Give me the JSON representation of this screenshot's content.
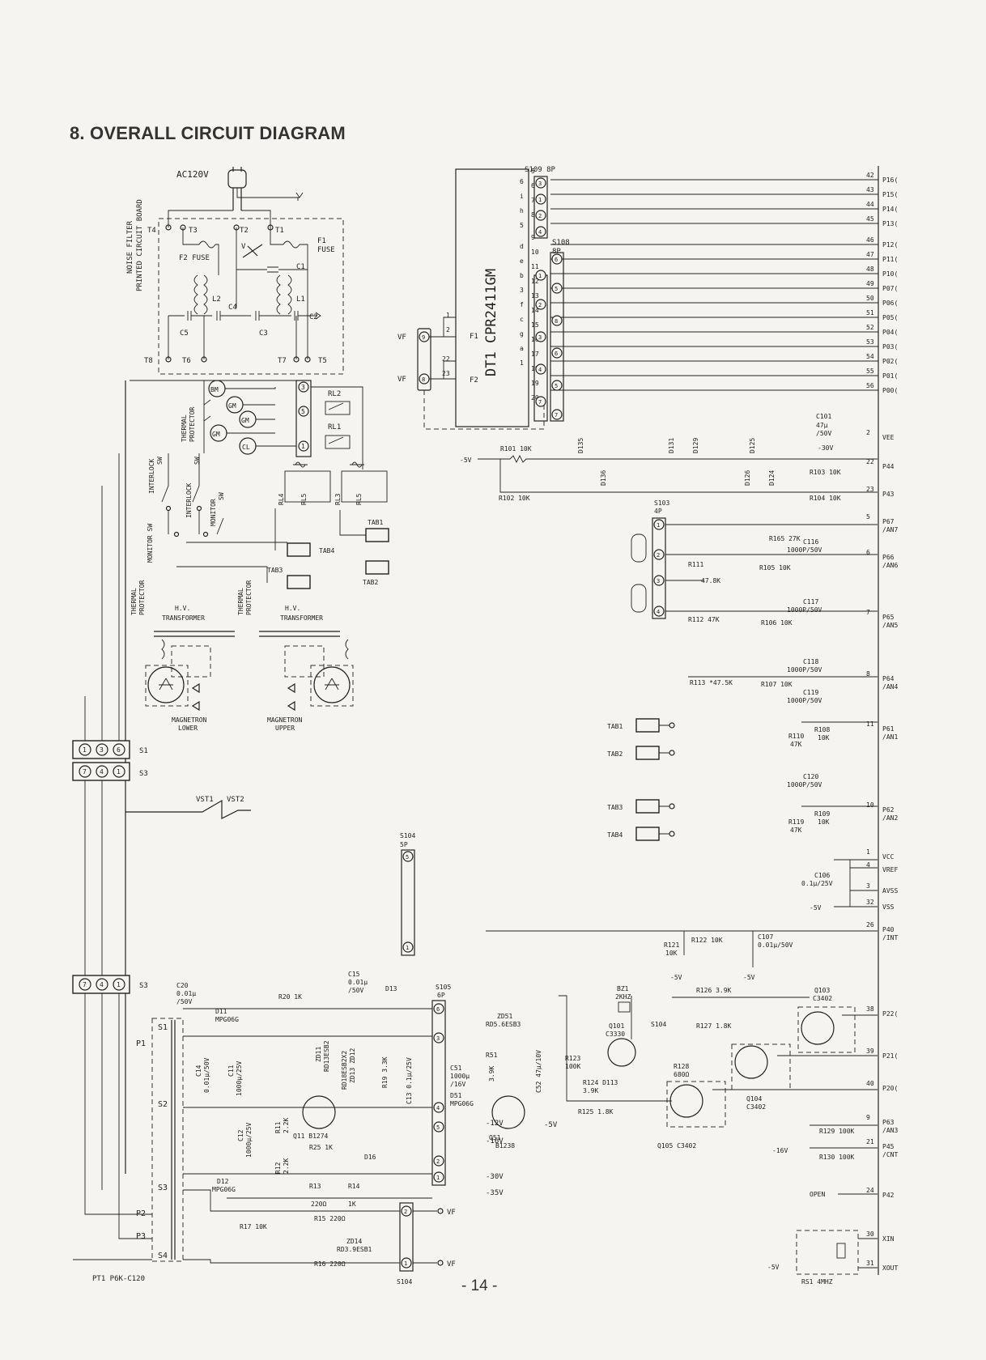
{
  "page": {
    "heading": "8. OVERALL CIRCUIT DIAGRAM",
    "page_number": "- 14 -"
  },
  "power": {
    "ac": "AC120V"
  },
  "noise_filter": {
    "board_label_1": "NOISE FILTER",
    "board_label_2": "PRINTED CIRCUIT BOARD",
    "terminals": [
      "T4",
      "T3",
      "T2",
      "T1",
      "T8",
      "T6",
      "T7",
      "T5"
    ],
    "f1": "F1",
    "f1b": "FUSE",
    "f2": "F2 FUSE",
    "parts": [
      "L2",
      "L1",
      "C1",
      "C2",
      "C3",
      "C4",
      "C5",
      "V"
    ]
  },
  "main_ic": {
    "name": "DT1  CPR2411GM",
    "conn_s109": "S109 8P",
    "conn_s108": "S108",
    "conn_s108b": "8P",
    "side_letters": [
      "6",
      "i",
      "h",
      "5",
      "d",
      "e",
      "b",
      "3",
      "f",
      "c",
      "g",
      "a",
      "1"
    ],
    "pin_nums": [
      "5",
      "6",
      "7",
      "8",
      "9",
      "10",
      "11",
      "12",
      "13",
      "14",
      "15",
      "16",
      "17",
      "18",
      "19",
      "20"
    ],
    "f1": "F1",
    "f2": "F2",
    "vf": "VF",
    "left_pins": [
      "1",
      "2",
      "22",
      "23"
    ],
    "s109_pins": [
      "3",
      "1",
      "2",
      "4"
    ],
    "s108_pins": [
      "6",
      "1",
      "5",
      "2",
      "8",
      "3",
      "6",
      "4",
      "5",
      "7",
      "7"
    ]
  },
  "mcu_pins": [
    {
      "num": "42",
      "name": "P16("
    },
    {
      "num": "43",
      "name": "P15("
    },
    {
      "num": "44",
      "name": "P14("
    },
    {
      "num": "45",
      "name": "P13("
    },
    {
      "num": "46",
      "name": "P12("
    },
    {
      "num": "47",
      "name": "P11("
    },
    {
      "num": "48",
      "name": "P10("
    },
    {
      "num": "49",
      "name": "P07("
    },
    {
      "num": "50",
      "name": "P06("
    },
    {
      "num": "51",
      "name": "P05("
    },
    {
      "num": "52",
      "name": "P04("
    },
    {
      "num": "53",
      "name": "P03("
    },
    {
      "num": "54",
      "name": "P02("
    },
    {
      "num": "55",
      "name": "P01("
    },
    {
      "num": "56",
      "name": "P00("
    },
    {
      "num": "2",
      "name": "VEE"
    },
    {
      "num": "22",
      "name": "P44"
    },
    {
      "num": "23",
      "name": "P43"
    },
    {
      "num": "5",
      "name": "P67 /AN7"
    },
    {
      "num": "6",
      "name": "P66 /AN6"
    },
    {
      "num": "7",
      "name": "P65 /AN5"
    },
    {
      "num": "8",
      "name": "P64 /AN4"
    },
    {
      "num": "11",
      "name": "P61 /AN1"
    },
    {
      "num": "10",
      "name": "P62 /AN2"
    },
    {
      "num": "1",
      "name": "VCC"
    },
    {
      "num": "4",
      "name": "VREF"
    },
    {
      "num": "3",
      "name": "AVSS"
    },
    {
      "num": "32",
      "name": "VSS"
    },
    {
      "num": "26",
      "name": "P40 /INT"
    },
    {
      "num": "38",
      "name": "P22("
    },
    {
      "num": "39",
      "name": "P21("
    },
    {
      "num": "40",
      "name": "P20("
    },
    {
      "num": "9",
      "name": "P63 /AN3"
    },
    {
      "num": "21",
      "name": "P45 /CNT"
    },
    {
      "num": "24",
      "name": "P42"
    },
    {
      "num": "30",
      "name": "XIN"
    },
    {
      "num": "31",
      "name": "XOUT"
    }
  ],
  "right_labels": {
    "c101": "C101",
    "c101v": "47μ",
    "c101b": "/50V",
    "neg30": "-30V",
    "r101": "R101 10K",
    "r102": "R102 10K",
    "r103": "R103 10K",
    "r104": "R104 10K",
    "neg5": "-5V",
    "d135": "D135",
    "d136": "D136",
    "d131": "D131",
    "d129": "D129",
    "d125": "D125",
    "d126": "D126",
    "d124": "D124",
    "s103": "S103",
    "s103b": "4P",
    "r105": "R105 10K",
    "r165": "R165 27K",
    "c116": "C116",
    "c116v": "1000P/50V",
    "r111": "R111",
    "r111v": "47.8K",
    "c117": "C117",
    "c117v": "1000P/50V",
    "r112": "R112 47K",
    "r106": "R106 10K",
    "c118": "C118",
    "c118v": "1000P/50V",
    "r113": "R113 *47.5K",
    "r107": "R107 10K",
    "c119": "C119",
    "c119v": "1000P/50V",
    "r108": "R108",
    "r108v": "10K",
    "r110": "R110",
    "r110v": "47K",
    "c120": "C120",
    "c120v": "1000P/50V",
    "r109": "R109",
    "r109v": "10K",
    "r119": "R119",
    "r119v": "47K",
    "c106": "C106",
    "c106v": "0.1μ/25V",
    "r121": "R121",
    "r121v": "10K",
    "r122": "R122 10K",
    "c107": "C107",
    "c107v": "0.01μ/50V",
    "bz1": "BZ1",
    "bz1v": "2KHZ",
    "q101": "Q101",
    "q101v": "C3330",
    "r126": "R126 3.9K",
    "r127": "R127 1.8K",
    "q103": "Q103",
    "q103v": "C3402",
    "q104": "Q104",
    "q104v": "C3402",
    "q105": "Q105 C3402",
    "r128": "R128",
    "r128v": "680Ω",
    "r123": "R123",
    "r123v": "100K",
    "r124": "R124 D113",
    "r124v": "3.9K",
    "r125": "R125  1.8K",
    "s104": "S104",
    "r129": "R129 100K",
    "r130": "R130 100K",
    "neg16": "-16V",
    "open": "OPEN",
    "rs1": "RS1  4MHZ",
    "tab1": "TAB1",
    "tab2": "TAB2",
    "tab3": "TAB3",
    "tab4": "TAB4"
  },
  "left_labels": {
    "rl1": "RL1",
    "rl2": "RL2",
    "rl3": "RL3",
    "rl4": "RL4",
    "rl5": "RL5",
    "bm": "BM",
    "gm": "GM",
    "cl": "CL",
    "thermal_1": "THERMAL",
    "thermal_2": "PROTECTOR",
    "interlock": "INTERLOCK",
    "sw": "SW",
    "monitor": "MONITOR",
    "monitor_sw": "MONITOR SW",
    "tab1": "TAB1",
    "tab2": "TAB2",
    "tab3": "TAB3",
    "tab4": "TAB4",
    "hv": "H.V.",
    "transformer": "TRANSFORMER",
    "mag_lower_1": "MAGNETRON",
    "mag_lower_2": "LOWER",
    "mag_upper_1": "MAGNETRON",
    "mag_upper_2": "UPPER",
    "s1": "S1",
    "s3": "S3",
    "vst1": "VST1",
    "vst2": "VST2",
    "s104": "S104",
    "s104b": "5P",
    "s3b": "S3",
    "s1_pins": [
      "1",
      "3",
      "6"
    ],
    "s3_pins": [
      "7",
      "4",
      "1"
    ],
    "s3b_pins": [
      "7",
      "4",
      "1"
    ]
  },
  "power_supply": {
    "c20": "C20",
    "c20v": "0.01μ",
    "c20b": "/50V",
    "d11": "D11",
    "d11v": "MPG06G",
    "r20": "R20 1K",
    "c15": "C15",
    "c15v": "0.01μ",
    "c15b": "/50V",
    "d13": "D13",
    "s105": "S105",
    "s105b": "6P",
    "zd51": "ZD51",
    "zd51v": "RD5.6ESB3",
    "c14": "C14",
    "c14v": "0.01μ/50V",
    "c11": "C11",
    "c11v": "1000μ/25V",
    "zd11": "ZD11",
    "zd11v": "RD13ESB2",
    "zd12": "RD18ESB2X2",
    "zd13": "ZD13 ZD12",
    "r19": "R19 3.3K",
    "c13": "C13 0.1μ/25V",
    "c51": "C51",
    "c51v": "1000μ",
    "c51b": "/16V",
    "r51": "R51",
    "r51v": "3.9K",
    "c52": "C52 47μ/10V",
    "d51": "D51",
    "d51v": "MPG06G",
    "q11": "Q11 B1274",
    "q51": "Q51",
    "q51v": "B1238",
    "c12": "C12",
    "c12v": "1000μ/25V",
    "r11": "R11",
    "r11v": "2.2K",
    "r12": "R12",
    "r12v": "2.2K",
    "r25": "R25 1K",
    "d16": "D16",
    "r13": "R13",
    "r14": "R14",
    "r13v": "220Ω",
    "r14v": "1K",
    "d12": "D12",
    "d12v": "MPG06G",
    "r15": "R15 220Ω",
    "r16": "R16 220Ω",
    "r17": "R17 10K",
    "zd14": "ZD14",
    "zd14v": "RD3.9ESB1",
    "pt1": "PT1  P6K-C120",
    "s1": "S1",
    "s2": "S2",
    "s3": "S3",
    "s4": "S4",
    "p1": "P1",
    "p2": "P2",
    "p3": "P3",
    "s104": "S104",
    "out_neg12": "-12V",
    "out_neg16": "-16V",
    "out_neg30": "-30V",
    "out_neg35": "-35V",
    "out_vf": "VF",
    "out_neg5": "-5V",
    "s105_pins": [
      "6",
      "3",
      "4",
      "5",
      "2",
      "1"
    ],
    "s104_pins": [
      "2",
      "1"
    ]
  }
}
